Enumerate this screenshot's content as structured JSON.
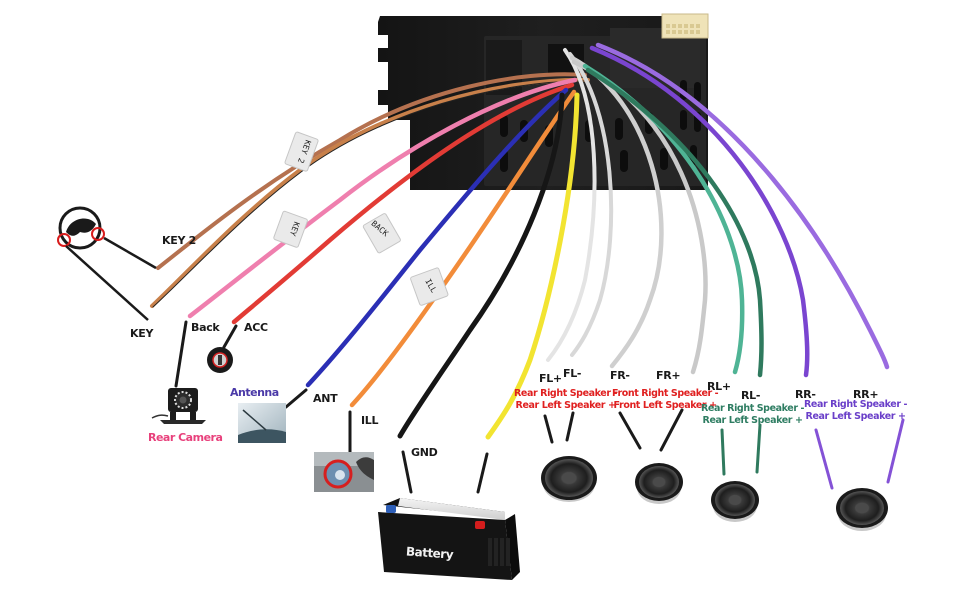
{
  "title": "Car Stereo Wiring Harness Diagram",
  "colors": {
    "key2_wire": "#b5714f",
    "key_wire": "#c8804a",
    "back_wire": "#ef7fae",
    "acc_wire": "#e23b35",
    "ant_wire": "#2b2fb5",
    "ill_wire": "#f28c3a",
    "gnd_wire": "#161616",
    "batt_wire": "#f2e431",
    "front_wire": "#d2d2d2",
    "rl_wire": "#2f8a6c",
    "rr_wire": "#8452d6",
    "red_desc": "#e02020",
    "green_desc": "#2e7d62",
    "purple_desc": "#6a3fc9",
    "pink_label": "#e8417c",
    "antenna_label": "#4b3aa8"
  },
  "sleeves": [
    "KEY 2",
    "KEY",
    "BACK",
    "ILL"
  ],
  "wires": [
    {
      "id": "key2",
      "label": "KEY 2"
    },
    {
      "id": "key",
      "label": "KEY"
    },
    {
      "id": "back",
      "label": "Back"
    },
    {
      "id": "acc",
      "label": "ACC"
    },
    {
      "id": "ant",
      "label": "ANT"
    },
    {
      "id": "ill",
      "label": "ILL"
    },
    {
      "id": "gnd",
      "label": "GND"
    },
    {
      "id": "flp",
      "label": "FL+"
    },
    {
      "id": "flm",
      "label": "FL-"
    },
    {
      "id": "frm",
      "label": "FR-"
    },
    {
      "id": "frp",
      "label": "FR+"
    },
    {
      "id": "rlp",
      "label": "RL+"
    },
    {
      "id": "rlm",
      "label": "RL-"
    },
    {
      "id": "rrm",
      "label": "RR-"
    },
    {
      "id": "rrp",
      "label": "RR+"
    }
  ],
  "devices": {
    "rear_camera": "Rear Camera",
    "antenna": "Antenna",
    "battery": "Battery"
  },
  "speaker_groups": [
    {
      "id": "fl",
      "line1": "Rear Right Speaker -",
      "line2": "Rear Left Speaker +"
    },
    {
      "id": "fr",
      "line1": "Front Right Speaker -",
      "line2": "Front Left Speaker +"
    },
    {
      "id": "rl",
      "line1": "Rear Right Speaker -",
      "line2": "Rear Left Speaker +"
    },
    {
      "id": "rr",
      "line1": "Rear Right Speaker -",
      "line2": "Rear Left Speaker +"
    }
  ]
}
